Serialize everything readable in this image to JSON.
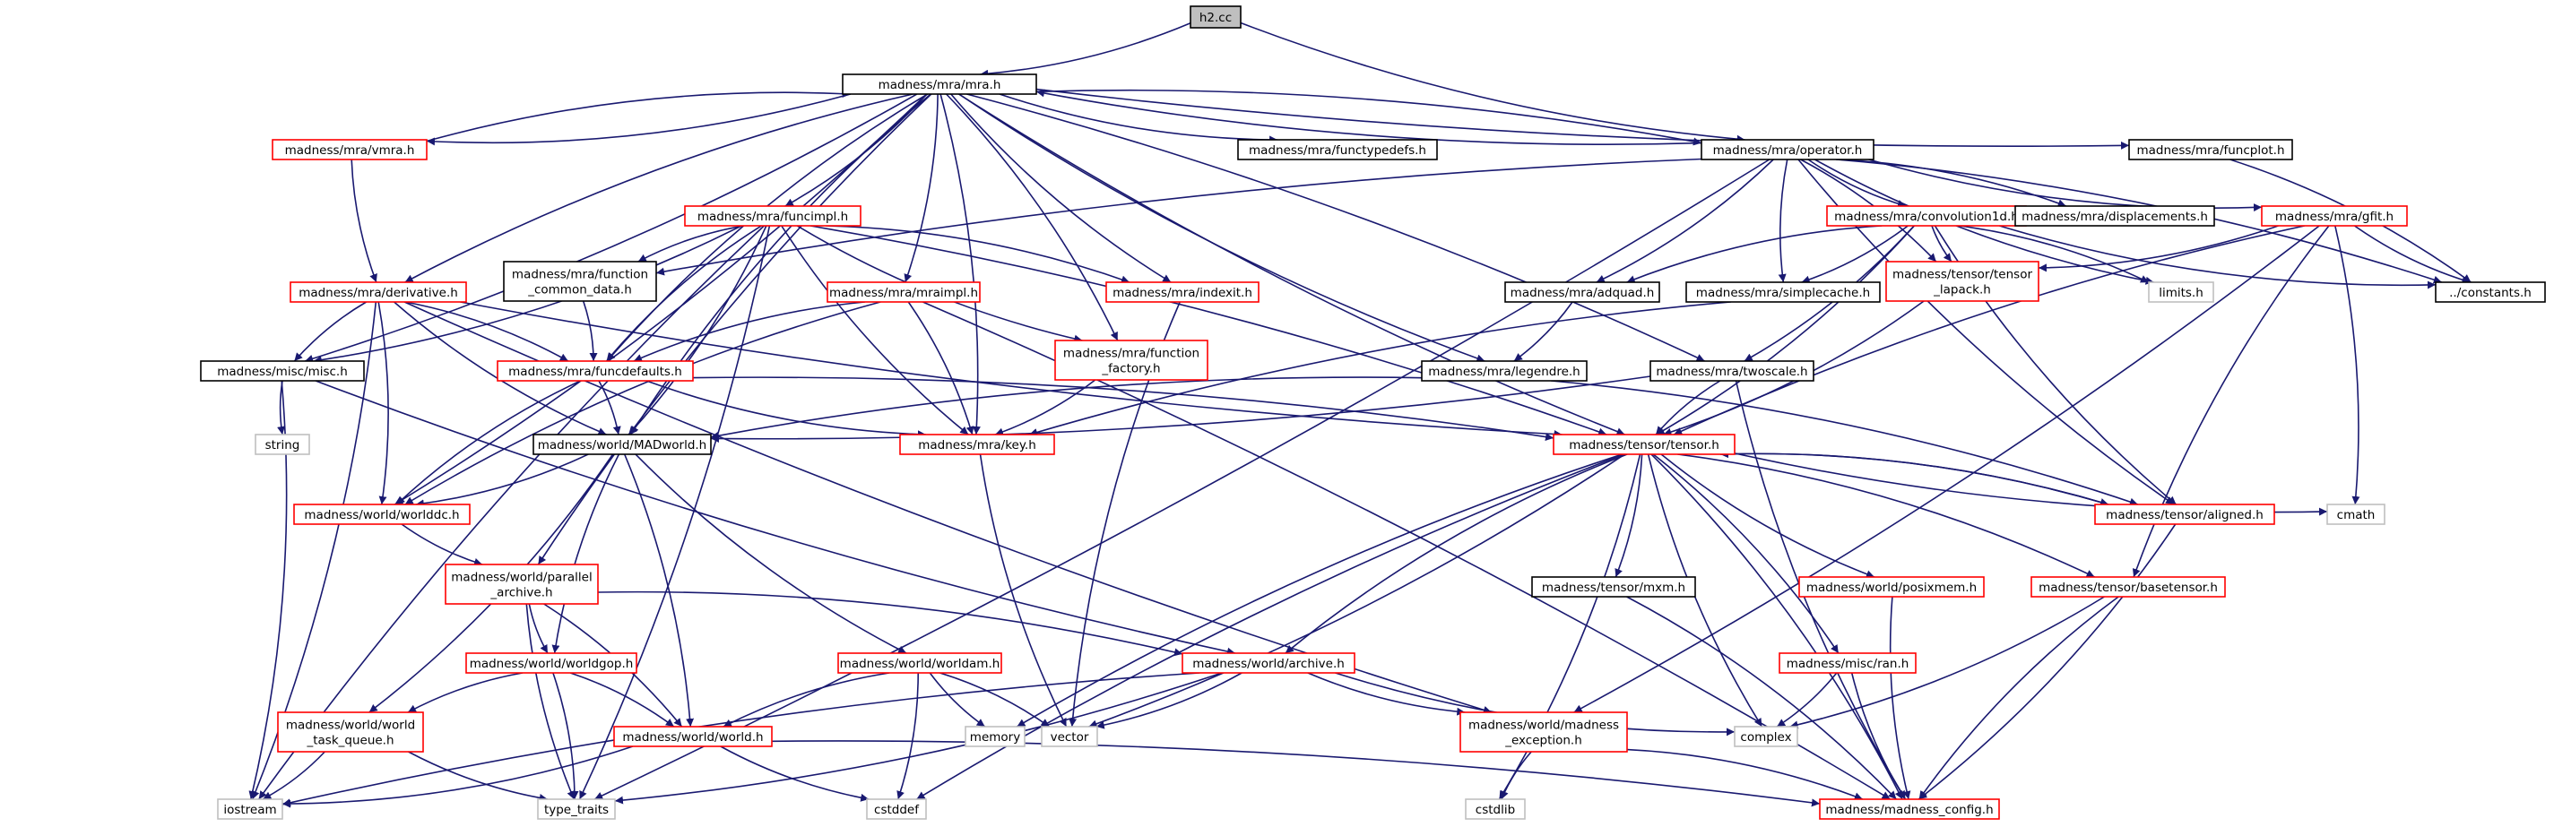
{
  "colors": {
    "edge": "#191970",
    "root_fill": "#bfbfbf",
    "root_border": "#000000",
    "node_border": "#000000",
    "truncated_border": "#ff0000",
    "system_border": "#bfbfbf",
    "fill": "#ffffff"
  },
  "nodes": [
    {
      "id": "h2cc",
      "label": "h2.cc",
      "kind": "root"
    },
    {
      "id": "mra",
      "label": "madness/mra/mra.h",
      "kind": "normal"
    },
    {
      "id": "vmra",
      "label": "madness/mra/vmra.h",
      "kind": "truncated"
    },
    {
      "id": "functypedefs",
      "label": "madness/mra/functypedefs.h",
      "kind": "normal"
    },
    {
      "id": "operator",
      "label": "madness/mra/operator.h",
      "kind": "normal"
    },
    {
      "id": "funcplot",
      "label": "madness/mra/funcplot.h",
      "kind": "normal"
    },
    {
      "id": "funcimpl",
      "label": "madness/mra/funcimpl.h",
      "kind": "truncated"
    },
    {
      "id": "convolution1d",
      "label": "madness/mra/convolution1d.h",
      "kind": "truncated"
    },
    {
      "id": "displacements",
      "label": "madness/mra/displacements.h",
      "kind": "normal"
    },
    {
      "id": "gfit",
      "label": "madness/mra/gfit.h",
      "kind": "truncated"
    },
    {
      "id": "derivative",
      "label": "madness/mra/derivative.h",
      "kind": "truncated"
    },
    {
      "id": "function_common_data",
      "label": "madness/mra/function\n_common_data.h",
      "kind": "normal"
    },
    {
      "id": "mraimpl",
      "label": "madness/mra/mraimpl.h",
      "kind": "truncated"
    },
    {
      "id": "indexit",
      "label": "madness/mra/indexit.h",
      "kind": "truncated"
    },
    {
      "id": "adquad",
      "label": "madness/mra/adquad.h",
      "kind": "normal"
    },
    {
      "id": "simplecache",
      "label": "madness/mra/simplecache.h",
      "kind": "normal"
    },
    {
      "id": "tensor_lapack",
      "label": "madness/tensor/tensor\n_lapack.h",
      "kind": "truncated"
    },
    {
      "id": "limits",
      "label": "limits.h",
      "kind": "system"
    },
    {
      "id": "constants",
      "label": "../constants.h",
      "kind": "normal"
    },
    {
      "id": "misc",
      "label": "madness/misc/misc.h",
      "kind": "normal"
    },
    {
      "id": "funcdefaults",
      "label": "madness/mra/funcdefaults.h",
      "kind": "truncated"
    },
    {
      "id": "function_factory",
      "label": "madness/mra/function\n_factory.h",
      "kind": "truncated"
    },
    {
      "id": "legendre",
      "label": "madness/mra/legendre.h",
      "kind": "normal"
    },
    {
      "id": "twoscale",
      "label": "madness/mra/twoscale.h",
      "kind": "normal"
    },
    {
      "id": "string",
      "label": "string",
      "kind": "system"
    },
    {
      "id": "madworld",
      "label": "madness/world/MADworld.h",
      "kind": "normal"
    },
    {
      "id": "key",
      "label": "madness/mra/key.h",
      "kind": "truncated"
    },
    {
      "id": "tensor",
      "label": "madness/tensor/tensor.h",
      "kind": "truncated"
    },
    {
      "id": "worlddc",
      "label": "madness/world/worlddc.h",
      "kind": "truncated"
    },
    {
      "id": "aligned",
      "label": "madness/tensor/aligned.h",
      "kind": "truncated"
    },
    {
      "id": "cmath",
      "label": "cmath",
      "kind": "system"
    },
    {
      "id": "parallel_archive",
      "label": "madness/world/parallel\n_archive.h",
      "kind": "truncated"
    },
    {
      "id": "mxm",
      "label": "madness/tensor/mxm.h",
      "kind": "normal"
    },
    {
      "id": "posixmem",
      "label": "madness/world/posixmem.h",
      "kind": "truncated"
    },
    {
      "id": "basetensor",
      "label": "madness/tensor/basetensor.h",
      "kind": "truncated"
    },
    {
      "id": "worldgop",
      "label": "madness/world/worldgop.h",
      "kind": "truncated"
    },
    {
      "id": "worldam",
      "label": "madness/world/worldam.h",
      "kind": "truncated"
    },
    {
      "id": "archive",
      "label": "madness/world/archive.h",
      "kind": "truncated"
    },
    {
      "id": "ran",
      "label": "madness/misc/ran.h",
      "kind": "truncated"
    },
    {
      "id": "world_task_queue",
      "label": "madness/world/world\n_task_queue.h",
      "kind": "truncated"
    },
    {
      "id": "memory",
      "label": "memory",
      "kind": "system"
    },
    {
      "id": "vector",
      "label": "vector",
      "kind": "system"
    },
    {
      "id": "complex",
      "label": "complex",
      "kind": "system"
    },
    {
      "id": "world",
      "label": "madness/world/world.h",
      "kind": "truncated"
    },
    {
      "id": "madness_exception",
      "label": "madness/world/madness\n_exception.h",
      "kind": "truncated"
    },
    {
      "id": "iostream",
      "label": "iostream",
      "kind": "system"
    },
    {
      "id": "type_traits",
      "label": "type_traits",
      "kind": "system"
    },
    {
      "id": "cstddef",
      "label": "cstddef",
      "kind": "system"
    },
    {
      "id": "cstdlib",
      "label": "cstdlib",
      "kind": "system"
    },
    {
      "id": "madness_config",
      "label": "madness/madness_config.h",
      "kind": "truncated"
    }
  ],
  "edges": [
    [
      "h2cc",
      "mra"
    ],
    [
      "h2cc",
      "operator"
    ],
    [
      "mra",
      "vmra"
    ],
    [
      "mra",
      "functypedefs"
    ],
    [
      "mra",
      "operator"
    ],
    [
      "mra",
      "funcplot"
    ],
    [
      "mra",
      "funcimpl"
    ],
    [
      "mra",
      "derivative"
    ],
    [
      "mra",
      "mraimpl"
    ],
    [
      "mra",
      "indexit"
    ],
    [
      "mra",
      "misc"
    ],
    [
      "mra",
      "funcdefaults"
    ],
    [
      "mra",
      "function_factory"
    ],
    [
      "mra",
      "legendre"
    ],
    [
      "mra",
      "twoscale"
    ],
    [
      "mra",
      "madworld"
    ],
    [
      "mra",
      "key"
    ],
    [
      "mra",
      "tensor"
    ],
    [
      "mra",
      "worlddc"
    ],
    [
      "mra",
      "parallel_archive"
    ],
    [
      "vmra",
      "mra"
    ],
    [
      "vmra",
      "derivative"
    ],
    [
      "operator",
      "mra"
    ],
    [
      "operator",
      "convolution1d"
    ],
    [
      "operator",
      "displacements"
    ],
    [
      "operator",
      "gfit"
    ],
    [
      "operator",
      "adquad"
    ],
    [
      "operator",
      "simplecache"
    ],
    [
      "operator",
      "tensor_lapack"
    ],
    [
      "operator",
      "limits"
    ],
    [
      "operator",
      "constants"
    ],
    [
      "operator",
      "function_common_data"
    ],
    [
      "operator",
      "type_traits"
    ],
    [
      "operator",
      "aligned"
    ],
    [
      "funcplot",
      "constants"
    ],
    [
      "funcimpl",
      "function_common_data"
    ],
    [
      "funcimpl",
      "indexit"
    ],
    [
      "funcimpl",
      "function_factory"
    ],
    [
      "funcimpl",
      "misc"
    ],
    [
      "funcimpl",
      "funcdefaults"
    ],
    [
      "funcimpl",
      "madworld"
    ],
    [
      "funcimpl",
      "key"
    ],
    [
      "funcimpl",
      "tensor"
    ],
    [
      "funcimpl",
      "iostream"
    ],
    [
      "funcimpl",
      "type_traits"
    ],
    [
      "convolution1d",
      "adquad"
    ],
    [
      "convolution1d",
      "simplecache"
    ],
    [
      "convolution1d",
      "tensor_lapack"
    ],
    [
      "convolution1d",
      "limits"
    ],
    [
      "convolution1d",
      "constants"
    ],
    [
      "convolution1d",
      "tensor"
    ],
    [
      "convolution1d",
      "aligned"
    ],
    [
      "convolution1d",
      "twoscale"
    ],
    [
      "gfit",
      "constants"
    ],
    [
      "gfit",
      "tensor_lapack"
    ],
    [
      "gfit",
      "tensor"
    ],
    [
      "gfit",
      "cmath"
    ],
    [
      "gfit",
      "basetensor"
    ],
    [
      "gfit",
      "madness_exception"
    ],
    [
      "derivative",
      "misc"
    ],
    [
      "derivative",
      "funcdefaults"
    ],
    [
      "derivative",
      "madworld"
    ],
    [
      "derivative",
      "worlddc"
    ],
    [
      "derivative",
      "tensor"
    ],
    [
      "derivative",
      "iostream"
    ],
    [
      "derivative",
      "madness_exception"
    ],
    [
      "function_common_data",
      "funcdefaults"
    ],
    [
      "mraimpl",
      "funcdefaults"
    ],
    [
      "mraimpl",
      "key"
    ],
    [
      "mraimpl",
      "worlddc"
    ],
    [
      "mraimpl",
      "madness_config"
    ],
    [
      "indexit",
      "vector"
    ],
    [
      "adquad",
      "legendre"
    ],
    [
      "simplecache",
      "key"
    ],
    [
      "tensor_lapack",
      "tensor"
    ],
    [
      "misc",
      "string"
    ],
    [
      "misc",
      "iostream"
    ],
    [
      "misc",
      "archive"
    ],
    [
      "funcdefaults",
      "madworld"
    ],
    [
      "funcdefaults",
      "key"
    ],
    [
      "funcdefaults",
      "tensor"
    ],
    [
      "funcdefaults",
      "worlddc"
    ],
    [
      "function_factory",
      "key"
    ],
    [
      "legendre",
      "madworld"
    ],
    [
      "legendre",
      "aligned"
    ],
    [
      "twoscale",
      "tensor"
    ],
    [
      "twoscale",
      "madworld"
    ],
    [
      "twoscale",
      "madness_config"
    ],
    [
      "madworld",
      "worlddc"
    ],
    [
      "madworld",
      "worldgop"
    ],
    [
      "madworld",
      "world"
    ],
    [
      "madworld",
      "worldam"
    ],
    [
      "madworld",
      "world_task_queue"
    ],
    [
      "key",
      "vector"
    ],
    [
      "tensor",
      "aligned"
    ],
    [
      "tensor",
      "cmath"
    ],
    [
      "tensor",
      "mxm"
    ],
    [
      "tensor",
      "posixmem"
    ],
    [
      "tensor",
      "basetensor"
    ],
    [
      "tensor",
      "archive"
    ],
    [
      "tensor",
      "ran"
    ],
    [
      "tensor",
      "memory"
    ],
    [
      "tensor",
      "vector"
    ],
    [
      "tensor",
      "complex"
    ],
    [
      "tensor",
      "cstdlib"
    ],
    [
      "tensor",
      "cstddef"
    ],
    [
      "tensor",
      "madness_config"
    ],
    [
      "aligned",
      "tensor"
    ],
    [
      "aligned",
      "madness_config"
    ],
    [
      "worlddc",
      "parallel_archive"
    ],
    [
      "parallel_archive",
      "archive"
    ],
    [
      "parallel_archive",
      "worldgop"
    ],
    [
      "parallel_archive",
      "world"
    ],
    [
      "parallel_archive",
      "type_traits"
    ],
    [
      "mxm",
      "madness_config"
    ],
    [
      "posixmem",
      "madness_config"
    ],
    [
      "basetensor",
      "complex"
    ],
    [
      "basetensor",
      "madness_config"
    ],
    [
      "worldgop",
      "world"
    ],
    [
      "worldgop",
      "world_task_queue"
    ],
    [
      "worldgop",
      "type_traits"
    ],
    [
      "worldam",
      "world"
    ],
    [
      "worldam",
      "vector"
    ],
    [
      "worldam",
      "memory"
    ],
    [
      "worldam",
      "cstddef"
    ],
    [
      "archive",
      "madness_exception"
    ],
    [
      "archive",
      "vector"
    ],
    [
      "archive",
      "iostream"
    ],
    [
      "archive",
      "type_traits"
    ],
    [
      "archive",
      "complex"
    ],
    [
      "ran",
      "complex"
    ],
    [
      "ran",
      "madness_config"
    ],
    [
      "world_task_queue",
      "iostream"
    ],
    [
      "world_task_queue",
      "type_traits"
    ],
    [
      "world",
      "iostream"
    ],
    [
      "world",
      "cstddef"
    ],
    [
      "world",
      "madness_config"
    ],
    [
      "madness_exception",
      "cstdlib"
    ],
    [
      "madness_exception",
      "madness_config"
    ]
  ]
}
